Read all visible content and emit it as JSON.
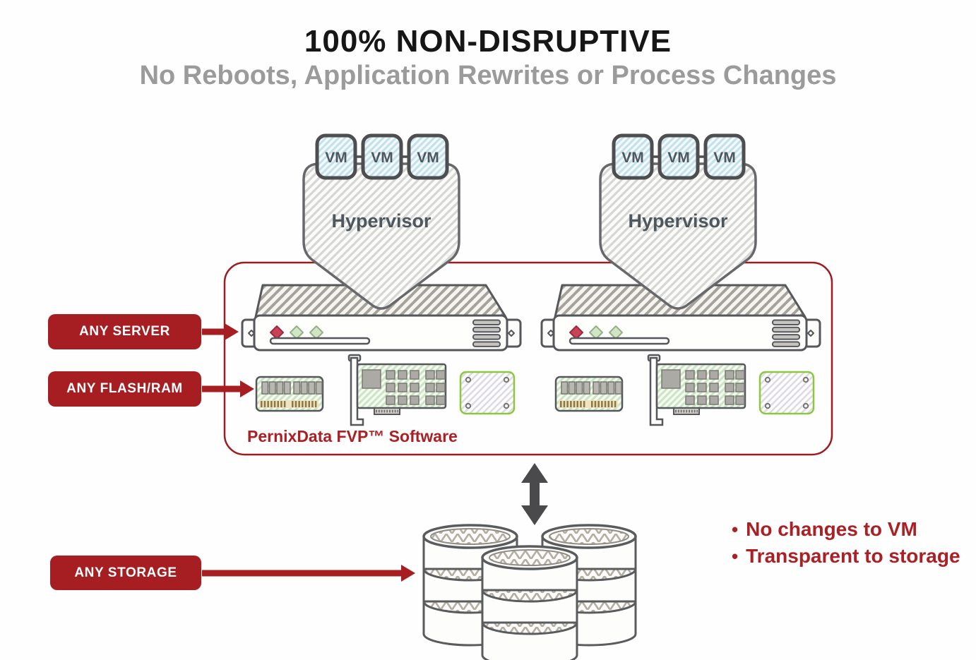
{
  "header": {
    "title": "100% NON-DISRUPTIVE",
    "subtitle": "No Reboots, Application Rewrites or Process Changes"
  },
  "cluster": {
    "vm_label": "VM",
    "hypervisor_label": "Hypervisor",
    "software_label": "PernixData FVP™ Software"
  },
  "callouts": {
    "any_server": "ANY SERVER",
    "any_flash_ram": "ANY FLASH/RAM",
    "any_storage": "ANY STORAGE"
  },
  "benefits": {
    "bullet_char": "•",
    "items": [
      {
        "text": "No changes to VM"
      },
      {
        "text": "Transparent to storage"
      }
    ]
  },
  "colors": {
    "accent_red": "#A61E22",
    "text_red": "#AB2025",
    "subtitle_gray": "#9B9B9B",
    "sketch_gray": "#55575A"
  }
}
